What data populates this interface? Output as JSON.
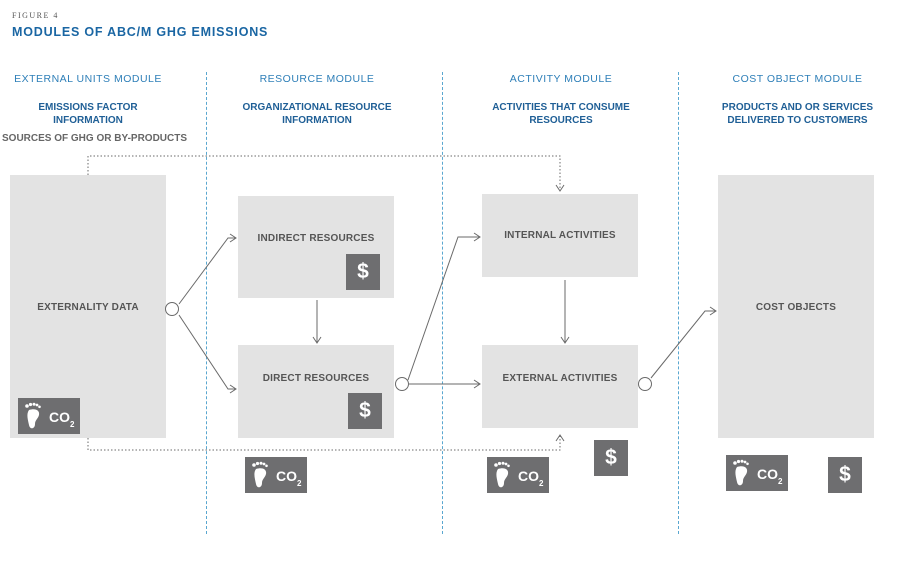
{
  "figure_label": "FIGURE 4",
  "title": "MODULES OF ABC/M GHG EMISSIONS",
  "columns": [
    {
      "heading": "EXTERNAL UNITS MODULE",
      "subtitle": "EMISSIONS FACTOR INFORMATION",
      "subtitle2": "SOURCES OF GHG OR BY-PRODUCTS"
    },
    {
      "heading": "RESOURCE MODULE",
      "subtitle": "ORGANIZATIONAL RESOURCE INFORMATION"
    },
    {
      "heading": "ACTIVITY MODULE",
      "subtitle": "ACTIVITIES THAT CONSUME RESOURCES"
    },
    {
      "heading": "COST OBJECT MODULE",
      "subtitle": "PRODUCTS AND OR SERVICES DELIVERED TO CUSTOMERS"
    }
  ],
  "boxes": {
    "externality": "EXTERNALITY DATA",
    "indirect": "INDIRECT RESOURCES",
    "direct": "DIRECT RESOURCES",
    "internal": "INTERNAL ACTIVITIES",
    "external": "EXTERNAL ACTIVITIES",
    "cost_objects": "COST OBJECTS"
  },
  "icons": {
    "dollar": "$",
    "co2_main": "CO",
    "co2_sub": "2",
    "footprint": "footprint-icon"
  },
  "colors": {
    "title": "#1a66a3",
    "heading": "#2e7fb8",
    "box": "#e3e3e3",
    "icon_bg": "#6e6e70",
    "divider": "#5aa7d0"
  }
}
